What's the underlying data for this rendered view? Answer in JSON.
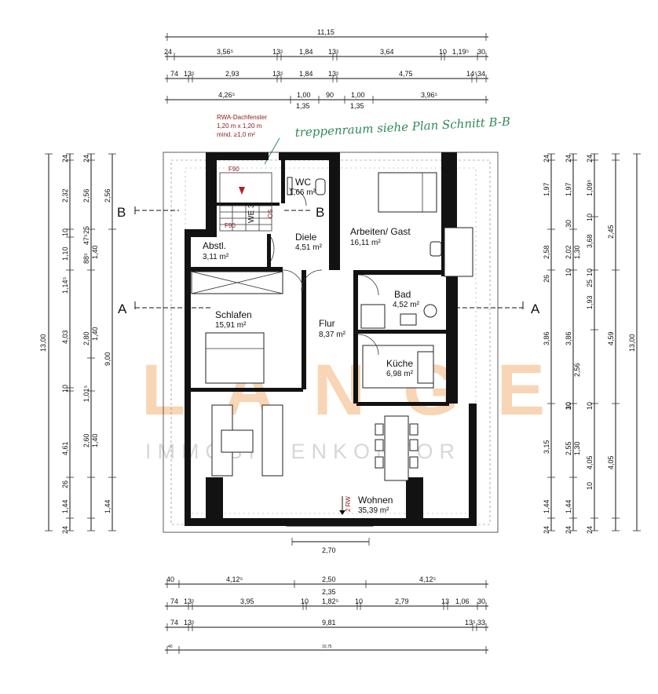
{
  "watermark": {
    "brand": "LANGE",
    "subtitle": "IMMOBILIENKONTOR"
  },
  "rooms": [
    {
      "id": "wc",
      "name": "WC",
      "area": "1,66 m²"
    },
    {
      "id": "abstl",
      "name": "Abstl.",
      "area": "3,11 m²"
    },
    {
      "id": "diele",
      "name": "Diele",
      "area": "4,51 m²"
    },
    {
      "id": "arbeiten",
      "name": "Arbeiten/ Gast",
      "area": "16,11 m²"
    },
    {
      "id": "bad",
      "name": "Bad",
      "area": "4,52 m²"
    },
    {
      "id": "schlafen",
      "name": "Schlafen",
      "area": "15,91 m²"
    },
    {
      "id": "flur",
      "name": "Flur",
      "area": "8,37 m²"
    },
    {
      "id": "kueche",
      "name": "Küche",
      "area": "6,98 m²"
    },
    {
      "id": "wohnen",
      "name": "Wohnen",
      "area": "35,39 m²"
    }
  ],
  "annotations": {
    "rwa": [
      "RWA-Dachfenster",
      "1,20 m x 1,20 m",
      "mind. ≥1,0 m²"
    ],
    "f90": "F90",
    "we3": "WE 3",
    "os": "OS",
    "rw": "2 RW",
    "handwritten": "treppenraum siehe Plan Schnitt B-B",
    "bottom_window": "2,70"
  },
  "section_markers": [
    "B",
    "B",
    "A",
    "A"
  ],
  "top_dims": {
    "row1": [
      "11,15"
    ],
    "row2": [
      "24",
      "3,56⁵",
      "13⁵",
      "1,84",
      "13⁵",
      "3,64",
      "10",
      "1,19⁵",
      "30"
    ],
    "row3": [
      "74",
      "13⁵",
      "2,93",
      "13⁵",
      "1,84",
      "13⁵",
      "4,75",
      "14⁵",
      "34"
    ],
    "row4": [
      "4,26⁵",
      "1,00",
      "90",
      "1,00",
      "3,96⁵"
    ],
    "row4b": [
      "1,35",
      "1,35"
    ]
  },
  "bottom_dims": {
    "row1": [
      "40",
      "4,12⁵",
      "2,50",
      "4,12⁵"
    ],
    "row1b": [
      "2,35"
    ],
    "row2": [
      "74",
      "13⁵",
      "3,95",
      "10",
      "1,82⁵",
      "10",
      "2,79",
      "13",
      "1,06",
      "30"
    ],
    "row3": [
      "74",
      "13⁵",
      "9,81",
      "13⁵",
      "33"
    ],
    "row4": [
      "40",
      "10,75"
    ]
  },
  "left_dims": {
    "outer": [
      "13,00"
    ],
    "col2": [
      "24",
      "2,32",
      "10",
      "1,10",
      "1,14⁵",
      "4,03",
      "10",
      "4,61",
      "26",
      "1,44",
      "24"
    ],
    "col3": [
      "24",
      "2,56",
      "25",
      "88⁵",
      "2,80",
      "1,01⁵",
      "2,60"
    ],
    "col3b": [
      "1,40",
      "1,40",
      "1,40"
    ],
    "col4": [
      "2,56",
      "9,00",
      "1,44"
    ],
    "col4b": [
      "47⁵"
    ]
  },
  "right_dims": {
    "col1": [
      "24",
      "1,97",
      "2,58",
      "26",
      "3,86",
      "3,15",
      "1,44",
      "24"
    ],
    "col2": [
      "24",
      "1,97",
      "30",
      "2,02",
      "1,30",
      "10",
      "3,86",
      "2,56",
      "30",
      "2,55",
      "1,30",
      "10",
      "1,44",
      "24"
    ],
    "col3": [
      "24",
      "1,09⁵",
      "10",
      "3,68",
      "25",
      "10",
      "1,93",
      "10",
      "4,05",
      "10",
      "24"
    ],
    "col4": [
      "2,45",
      "4,59",
      "4,05"
    ],
    "outer": [
      "13,00"
    ]
  }
}
